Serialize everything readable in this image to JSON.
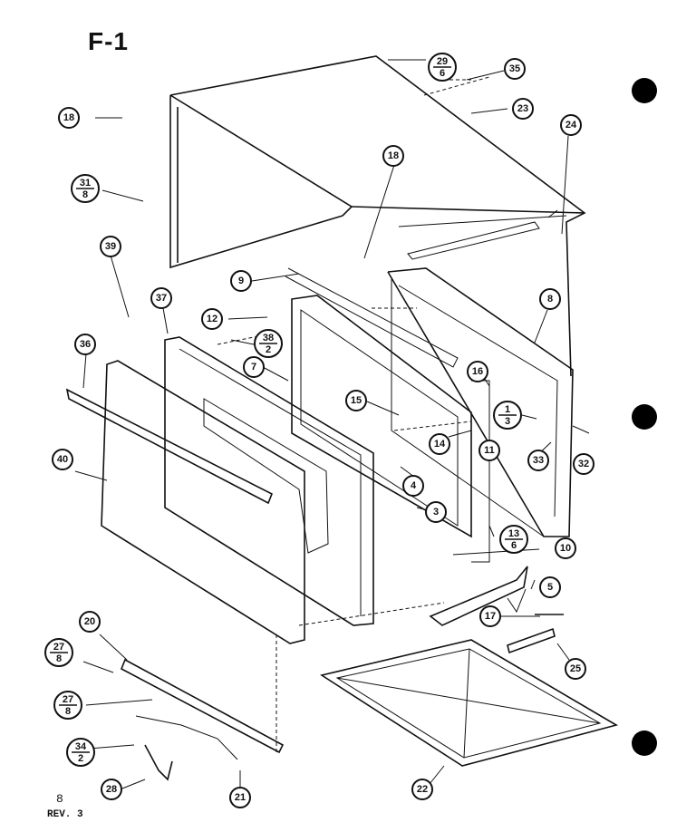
{
  "header": {
    "title": "F-1"
  },
  "footer": {
    "page_number": "8",
    "revision": "REV. 3"
  },
  "callouts": [
    {
      "id": "c-29-6",
      "top": "29",
      "bottom": "6"
    },
    {
      "id": "c-35",
      "label": "35"
    },
    {
      "id": "c-23",
      "label": "23"
    },
    {
      "id": "c-24",
      "label": "24"
    },
    {
      "id": "c-18a",
      "label": "18"
    },
    {
      "id": "c-31-8",
      "top": "31",
      "bottom": "8"
    },
    {
      "id": "c-18b",
      "label": "18"
    },
    {
      "id": "c-39",
      "label": "39"
    },
    {
      "id": "c-9",
      "label": "9"
    },
    {
      "id": "c-8",
      "label": "8"
    },
    {
      "id": "c-37",
      "label": "37"
    },
    {
      "id": "c-12",
      "label": "12"
    },
    {
      "id": "c-38-2",
      "top": "38",
      "bottom": "2"
    },
    {
      "id": "c-36",
      "label": "36"
    },
    {
      "id": "c-7",
      "label": "7"
    },
    {
      "id": "c-16",
      "label": "16"
    },
    {
      "id": "c-15",
      "label": "15"
    },
    {
      "id": "c-1-3",
      "top": "1",
      "bottom": "3"
    },
    {
      "id": "c-14",
      "label": "14"
    },
    {
      "id": "c-11",
      "label": "11"
    },
    {
      "id": "c-33",
      "label": "33"
    },
    {
      "id": "c-32",
      "label": "32"
    },
    {
      "id": "c-40",
      "label": "40"
    },
    {
      "id": "c-4",
      "label": "4"
    },
    {
      "id": "c-3",
      "label": "3"
    },
    {
      "id": "c-13-6",
      "top": "13",
      "bottom": "6"
    },
    {
      "id": "c-10",
      "label": "10"
    },
    {
      "id": "c-5",
      "label": "5"
    },
    {
      "id": "c-20",
      "label": "20"
    },
    {
      "id": "c-17",
      "label": "17"
    },
    {
      "id": "c-27-8a",
      "top": "27",
      "bottom": "8"
    },
    {
      "id": "c-25",
      "label": "25"
    },
    {
      "id": "c-27-8b",
      "top": "27",
      "bottom": "8"
    },
    {
      "id": "c-34-2",
      "top": "34",
      "bottom": "2"
    },
    {
      "id": "c-28",
      "label": "28"
    },
    {
      "id": "c-21",
      "label": "21"
    },
    {
      "id": "c-22",
      "label": "22"
    }
  ]
}
